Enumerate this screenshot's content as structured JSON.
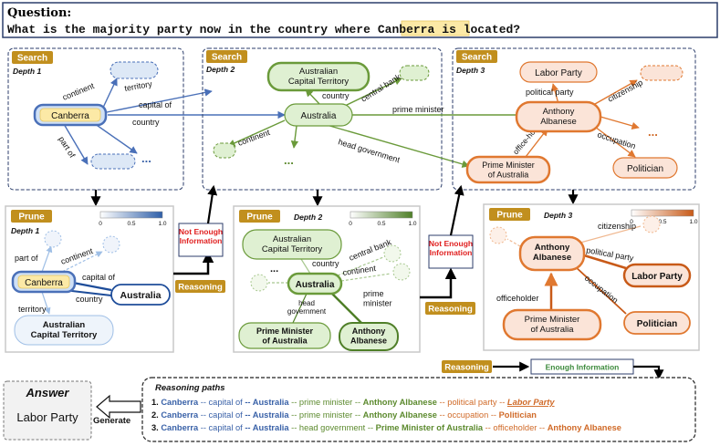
{
  "question": {
    "title": "Question:",
    "prefix": "What is the majority party now in the country where",
    "entity": "Canberra",
    "suffix": "is located?"
  },
  "panels": {
    "search": "Search",
    "prune": "Prune",
    "depth1": "Depth 1",
    "depth2": "Depth 2",
    "depth3": "Depth 3"
  },
  "colorbar": {
    "t0": "0",
    "t05": "0.5",
    "t10": "1.0"
  },
  "search1": {
    "center": "Canberra",
    "edges": {
      "continent": "continent",
      "territory": "territory",
      "capital_of": "capital of",
      "country": "country",
      "part_of": "part of"
    },
    "dots": "..."
  },
  "search2": {
    "act": "Australian Capital Territory",
    "australia": "Australia",
    "edges": {
      "country": "country",
      "central_bank": "central bank",
      "continent": "continent",
      "prime_minister": "prime minister",
      "head_government": "head government"
    },
    "dots": "..."
  },
  "search3": {
    "labor": "Labor Party",
    "albanese": "Anthony Albanese",
    "pm": "Prime Minister of Australia",
    "politician": "Politician",
    "edges": {
      "political_party": "political party",
      "citizenship": "citizenship",
      "officeholder": "office-holder",
      "occupation": "occupation"
    },
    "dots": "..."
  },
  "prune1": {
    "canberra": "Canberra",
    "australia": "Australia",
    "act": "Australian Capital Territory",
    "edges": {
      "part_of": "part of",
      "continent": "continent",
      "capital_of": "capital of",
      "country": "country",
      "territory": "territory"
    }
  },
  "prune2": {
    "act": "Australian Capital Territory",
    "australia": "Australia",
    "pm": "Prime Minister of Australia",
    "albanese": "Anthony Albanese",
    "edges": {
      "country": "country",
      "central_bank": "central bank",
      "continent": "continent",
      "head_government": "head government",
      "prime_minister": "prime minister"
    },
    "dots": "..."
  },
  "prune3": {
    "albanese": "Anthony Albanese",
    "labor": "Labor Party",
    "politician": "Politician",
    "pm": "Prime Minister of Australia",
    "edges": {
      "citizenship": "citizenship",
      "political_party": "political party",
      "occupation": "occupation",
      "officeholder": "officeholder"
    }
  },
  "reasoning": {
    "label": "Reasoning",
    "not_enough": "Not Enough Information",
    "enough": "Enough Information"
  },
  "answer": {
    "title": "Answer",
    "value": "Labor Party",
    "generate": "Generate"
  },
  "paths": {
    "title": "Reasoning paths",
    "p1": [
      {
        "t": "1. ",
        "c": "#111111",
        "b": true
      },
      {
        "t": "Canberra",
        "c": "#3a62a8",
        "b": true
      },
      {
        "t": " -- capital of ",
        "c": "#3a62a8"
      },
      {
        "t": "-- Australia",
        "c": "#3a62a8",
        "b": true
      },
      {
        "t": " -- prime minister -- ",
        "c": "#5c8a2e"
      },
      {
        "t": "Anthony Albanese",
        "c": "#5c8a2e",
        "b": true
      },
      {
        "t": " -- political party -- ",
        "c": "#d06a28"
      },
      {
        "t": "Labor Party",
        "c": "#d06a28",
        "b": true,
        "i": true,
        "u": true
      }
    ],
    "p2": [
      {
        "t": "2. ",
        "c": "#111111",
        "b": true
      },
      {
        "t": "Canberra",
        "c": "#3a62a8",
        "b": true
      },
      {
        "t": " -- capital of ",
        "c": "#3a62a8"
      },
      {
        "t": "-- Australia",
        "c": "#3a62a8",
        "b": true
      },
      {
        "t": " -- prime minister -- ",
        "c": "#5c8a2e"
      },
      {
        "t": "Anthony Albanese",
        "c": "#5c8a2e",
        "b": true
      },
      {
        "t": " -- occupation -- ",
        "c": "#d06a28"
      },
      {
        "t": "Politician",
        "c": "#d06a28",
        "b": true
      }
    ],
    "p3": [
      {
        "t": "3. ",
        "c": "#111111",
        "b": true
      },
      {
        "t": "Canberra",
        "c": "#3a62a8",
        "b": true
      },
      {
        "t": " -- capital of ",
        "c": "#3a62a8"
      },
      {
        "t": "-- Australia",
        "c": "#3a62a8",
        "b": true
      },
      {
        "t": " -- head government -- ",
        "c": "#5c8a2e"
      },
      {
        "t": "Prime Minister of Australia",
        "c": "#5c8a2e",
        "b": true
      },
      {
        "t": " -- officeholder -- ",
        "c": "#d06a28"
      },
      {
        "t": "Anthony Albanese",
        "c": "#d06a28",
        "b": true
      }
    ]
  },
  "colors": {
    "blue": "#3a62a8",
    "green": "#5c8a2e",
    "orange": "#d06a28",
    "tag_gold": "#c18f1e",
    "red": "#e02020"
  }
}
